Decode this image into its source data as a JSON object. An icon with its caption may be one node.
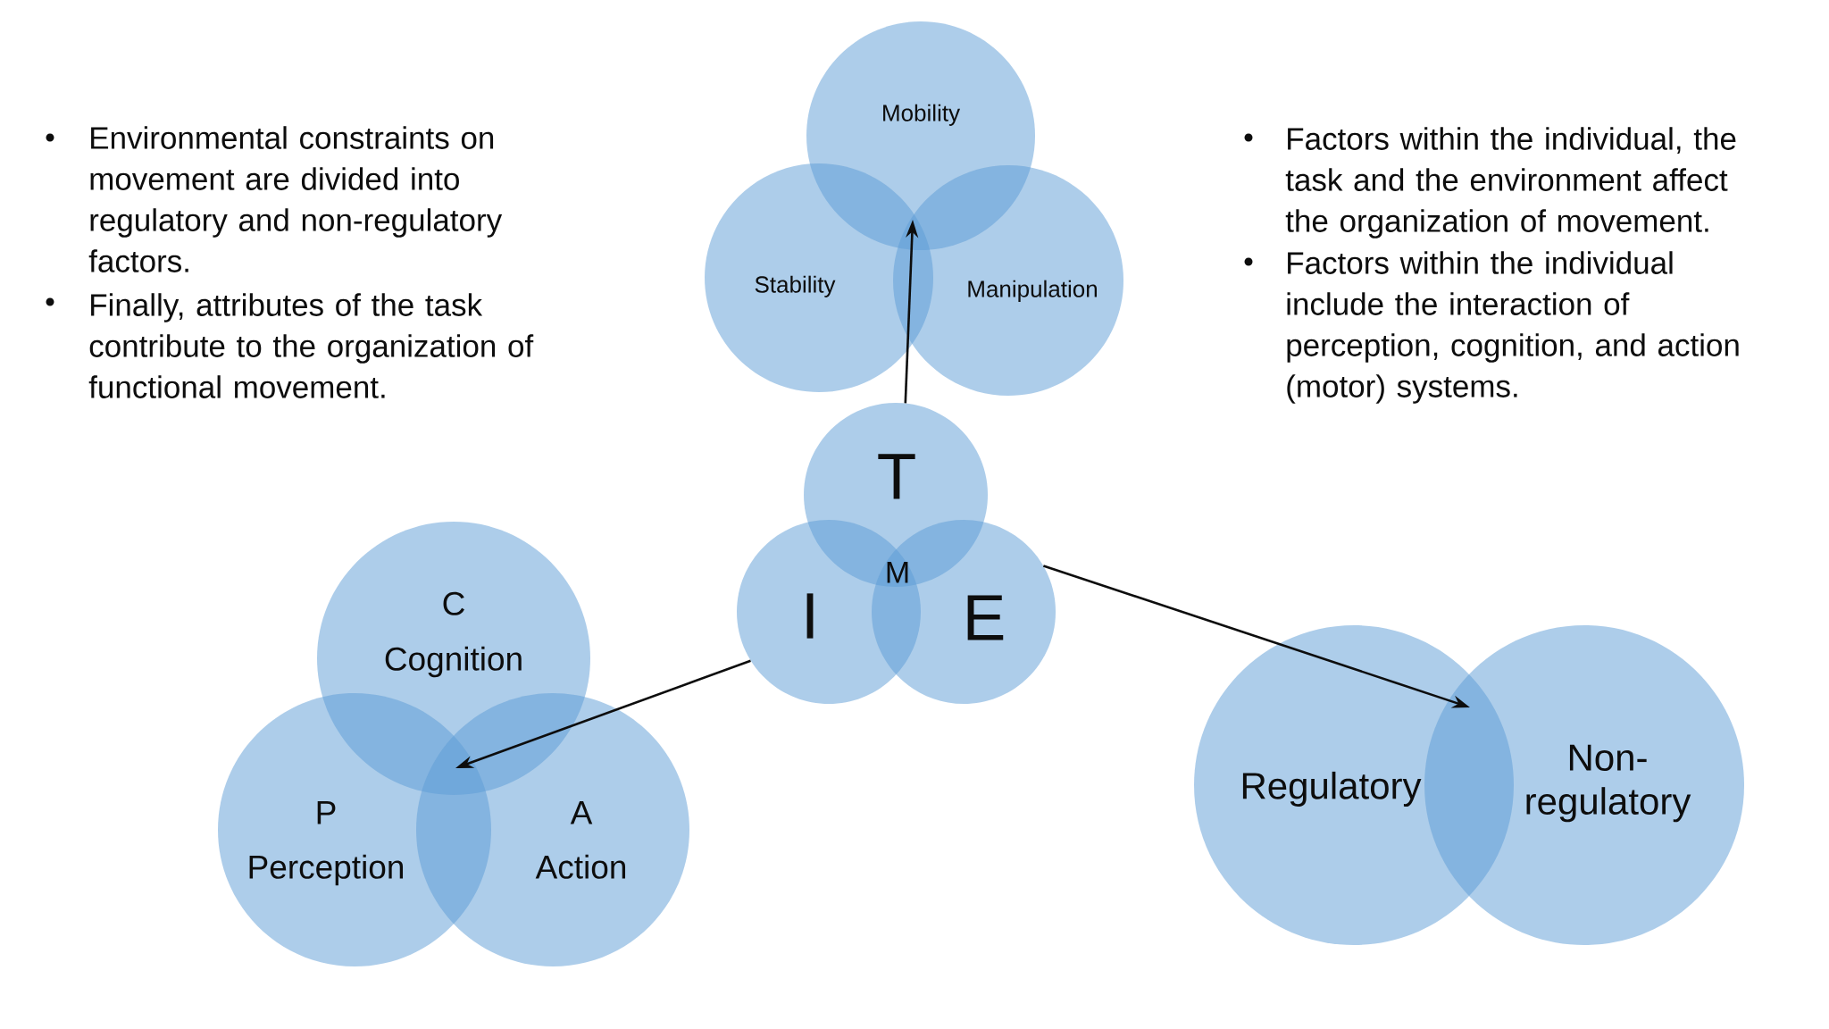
{
  "diagram": {
    "nodes": [
      {
        "text": [
          "Mobility"
        ]
      },
      {
        "text": [
          "Stability"
        ]
      },
      {
        "text": [
          "Manipulation"
        ]
      },
      {
        "text": [
          "T"
        ]
      },
      {
        "text": [
          "I"
        ]
      },
      {
        "text": [
          "E"
        ]
      },
      {
        "text": [
          "C",
          "Cognition"
        ]
      },
      {
        "text": [
          "P",
          "Perception"
        ]
      },
      {
        "text": [
          "A",
          "Action"
        ]
      },
      {
        "text": [
          "Regulatory"
        ]
      },
      {
        "text": [
          "Non-regulatory"
        ]
      }
    ],
    "edges": [
      {
        "from": 3,
        "to": 0,
        "arrow": "to"
      },
      {
        "from": 3,
        "to": 1,
        "arrow": "to"
      },
      {
        "from": 3,
        "to": 2,
        "arrow": "to"
      },
      {
        "from": 4,
        "to": 6,
        "arrow": "to"
      },
      {
        "from": 4,
        "to": 7,
        "arrow": "to"
      },
      {
        "from": 4,
        "to": 8,
        "arrow": "to"
      },
      {
        "from": 5,
        "to": 9,
        "arrow": "to"
      },
      {
        "from": 5,
        "to": 10,
        "arrow": "to"
      }
    ],
    "labels": [
      "Environmental constraints on movement are divided into regulatory and non-regulatory factors.",
      "Finally, attributes of the task contribute to the organization of functional movement.",
      "Factors within the individual, the task and the environment affect the organization of movement.",
      "Factors within the individual include the interaction of perception, cognition, and action (motor) systems.",
      "M"
    ]
  }
}
